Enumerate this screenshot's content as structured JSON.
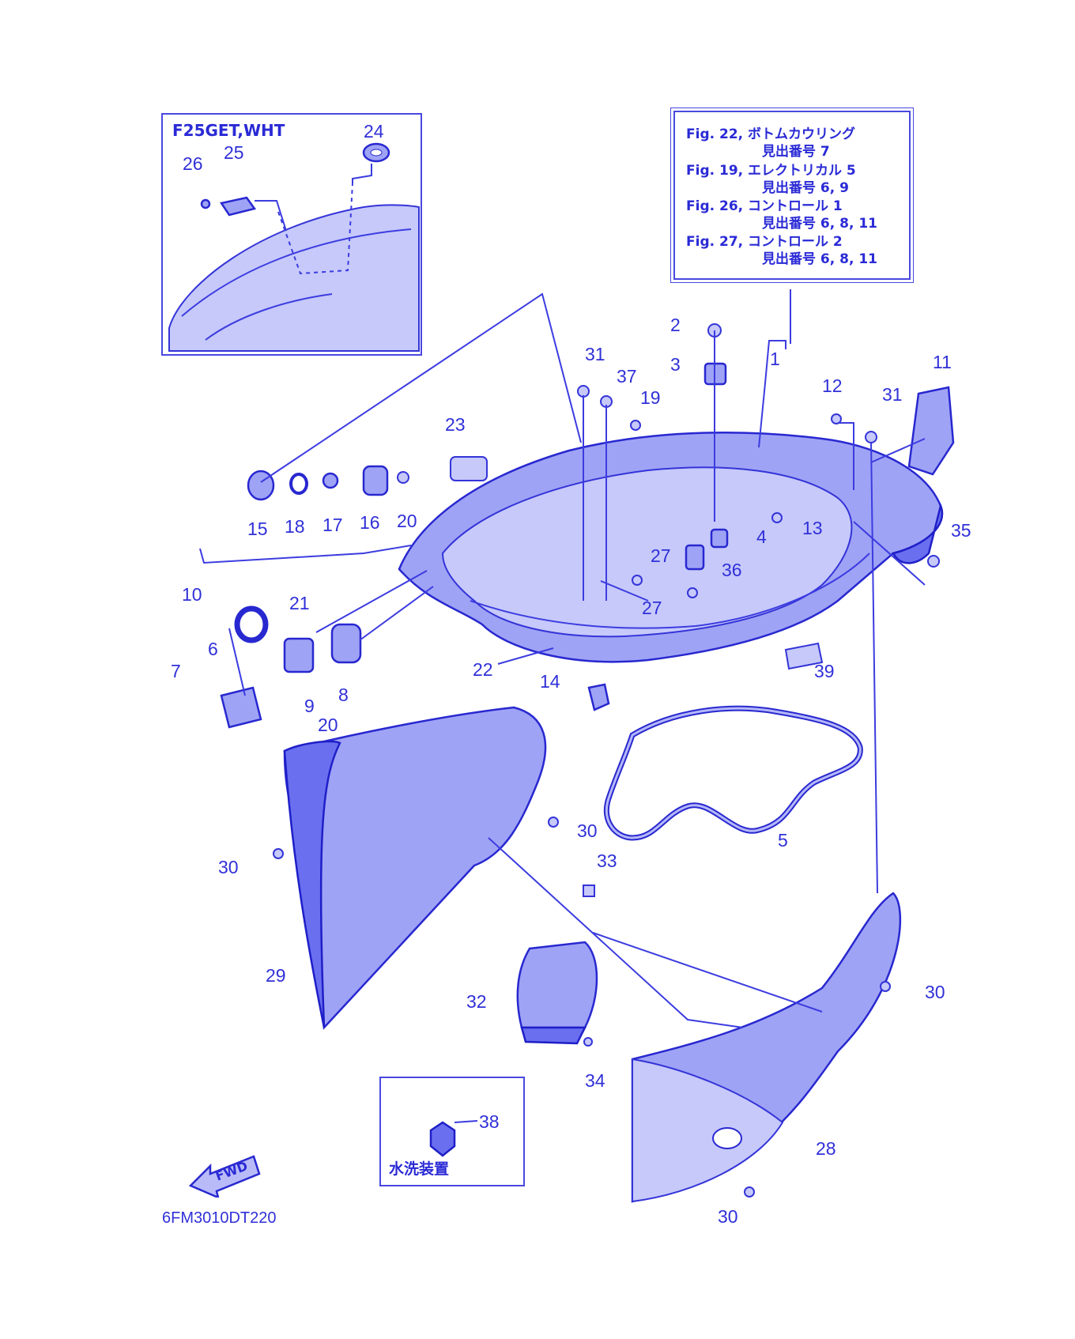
{
  "inset_top_left": {
    "title": "F25GET,WHT",
    "labels": [
      "24",
      "25",
      "26"
    ]
  },
  "reference_box": {
    "lines": [
      "Fig. 22, ボトムカウリング",
      "見出番号 7",
      "Fig. 19, エレクトリカル 5",
      "見出番号 6, 9",
      "Fig. 26, コントロール 1",
      "見出番号 6, 8, 11",
      "Fig. 27, コントロール 2",
      "見出番号 6, 8, 11"
    ]
  },
  "wash_box": {
    "part": "38",
    "label": "水洗装置"
  },
  "fwd_arrow": {
    "text": "FWD"
  },
  "diagram_code": "6FM3010DT220",
  "callouts": {
    "c1": "1",
    "c2": "2",
    "c3": "3",
    "c4": "4",
    "c5": "5",
    "c6": "6",
    "c7": "7",
    "c8": "8",
    "c9": "9",
    "c10": "10",
    "c11": "11",
    "c12": "12",
    "c13": "13",
    "c14": "14",
    "c15": "15",
    "c16": "16",
    "c17": "17",
    "c18": "18",
    "c19": "19",
    "c20a": "20",
    "c20b": "20",
    "c21": "21",
    "c22": "22",
    "c23": "23",
    "c27a": "27",
    "c27b": "27",
    "c28": "28",
    "c29": "29",
    "c30a": "30",
    "c30b": "30",
    "c30c": "30",
    "c30d": "30",
    "c31a": "31",
    "c31b": "31",
    "c32": "32",
    "c33": "33",
    "c34": "34",
    "c35": "35",
    "c36": "36",
    "c37": "37",
    "c39": "39"
  }
}
